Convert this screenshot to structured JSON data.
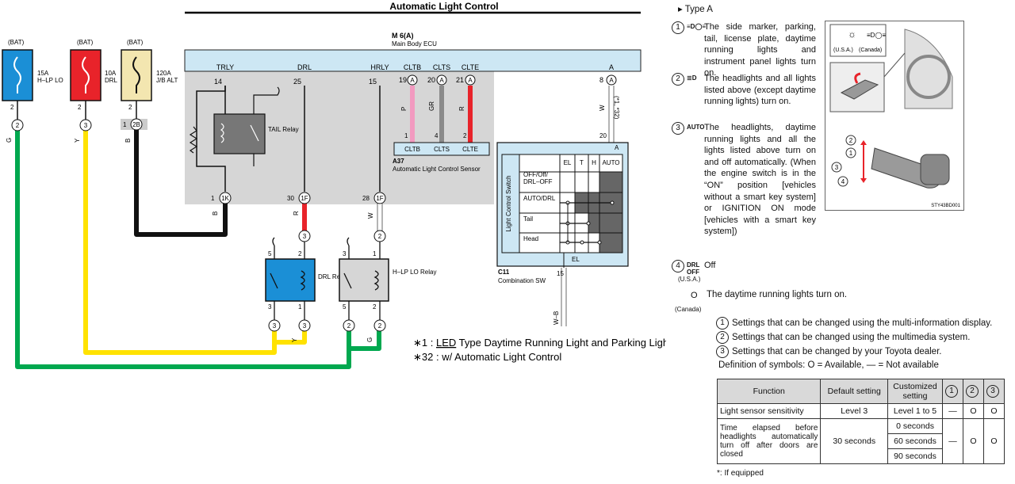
{
  "diagram": {
    "title": "Automatic Light Control",
    "fuses": [
      {
        "source": "(BAT)",
        "amp": "15A",
        "name": "H–LP LO",
        "pin_top": "2",
        "pin_conn": "2",
        "wire": "G"
      },
      {
        "source": "(BAT)",
        "amp": "10A",
        "name": "DRL",
        "pin_top": "2",
        "pin_conn": "3",
        "wire": "Y"
      },
      {
        "source": "(BAT)",
        "amp": "120A",
        "name": "J/B ALT",
        "pin_top": "2",
        "pin_side": "1",
        "pin_conn": "2B",
        "wire": "B"
      }
    ],
    "ecu": {
      "id": "M 6(A)",
      "name": "Main Body ECU",
      "terms": [
        "TRLY",
        "DRL",
        "HRLY",
        "CLTB",
        "CLTS",
        "CLTE",
        "A"
      ],
      "pins": [
        "14",
        "25",
        "15",
        "19",
        "20",
        "21",
        "8"
      ],
      "conn": "A",
      "bottom": [
        {
          "pin": "1",
          "conn": "1K"
        },
        {
          "pin": "30",
          "conn": "1F"
        },
        {
          "pin": "28",
          "conn": "1F"
        }
      ]
    },
    "tail_relay": "TAIL\nRelay",
    "sensor": {
      "id": "A37",
      "name": "Automatic Light Control Sensor",
      "terms": [
        "CLTB",
        "CLTS",
        "CLTE"
      ],
      "pins": [
        "1",
        "4",
        "2"
      ],
      "wires": [
        "P",
        "GR",
        "R"
      ]
    },
    "wire_a": {
      "color": "W",
      "note": "(*1, *32)",
      "pin": "20",
      "conn": "A"
    },
    "wire_r": "R",
    "wire_w": "W",
    "wire_wb": "W–B",
    "drl_relay": {
      "name": "DRL\nRelay",
      "pins": [
        "5",
        "2",
        "3",
        "1"
      ],
      "top_conn": "3",
      "bot_conn": [
        "3",
        "3"
      ],
      "wire": "Y"
    },
    "hlp_relay": {
      "name": "H–LP\nLO\nRelay",
      "pins": [
        "3",
        "1",
        "5",
        "2"
      ],
      "top_conn": "2",
      "bot_conn": [
        "2",
        "2"
      ],
      "wire": "G"
    },
    "switch": {
      "id": "C11",
      "name": "Combination SW",
      "label": "Light Control\nSwitch",
      "cols": [
        "EL",
        "T",
        "H",
        "AUTO"
      ],
      "rows": [
        "OFF/Off/\nDRL–OFF",
        "AUTO/DRL",
        "Tail",
        "Head"
      ],
      "pin": "15",
      "el": "EL"
    },
    "notes": [
      {
        "mark": "∗1 : ",
        "hl": "LED",
        "rest": " Type Daytime Running Light and Parking Light"
      },
      {
        "mark": "∗32 : ",
        "hl": "",
        "rest": "w/ Automatic Light Control"
      }
    ]
  },
  "manual": {
    "type_label": "Type A",
    "items": [
      {
        "num": "1",
        "icon": "side-marker-icon",
        "icon_text": "≡D◯≡",
        "text": "The side marker, parking, tail, license plate, daytime running lights and instrument panel lights turn on."
      },
      {
        "num": "2",
        "icon": "headlight-icon",
        "icon_text": "≣D",
        "text": "The headlights and all lights listed above (except daytime running lights) turn on."
      },
      {
        "num": "3",
        "icon": "auto-icon",
        "icon_text": "AUTO",
        "text": "The headlights, daytime running lights and all the lights listed above turn on and off automatically. (When the engine switch is in the “ON” position [vehicles without a smart key system] or IGNITION ON mode [vehicles with a smart key system])"
      },
      {
        "num": "4",
        "icon": "drl-off-icon",
        "icon_text": "DRL OFF",
        "text": "Off",
        "sub": "(U.S.A.)"
      }
    ],
    "canada": {
      "symbol": "O",
      "text": "The daytime running lights turn on.",
      "sub": "(Canada)"
    },
    "pic_labels": {
      "us": "(U.S.A.)",
      "ca": "(Canada)",
      "code": "STY43BD001",
      "nums": [
        "2",
        "1",
        "3",
        "4"
      ]
    },
    "settings_notes": [
      {
        "num": "1",
        "text": "Settings that can be changed using the multi-information display."
      },
      {
        "num": "2",
        "text": "Settings that can be changed using the multimedia system."
      },
      {
        "num": "3",
        "text": "Settings that can be changed by your Toyota dealer."
      }
    ],
    "definition": "Definition of symbols: O = Available, — = Not available",
    "table": {
      "headers": [
        "Function",
        "Default setting",
        "Customized setting",
        "1",
        "2",
        "3"
      ],
      "rows": [
        {
          "function": "Light sensor sensitivity",
          "default": "Level 3",
          "custom": [
            "Level 1 to 5"
          ],
          "c1": "—",
          "c2": "O",
          "c3": "O"
        },
        {
          "function": "Time elapsed before headlights automatically turn off after doors are closed",
          "default": "30 seconds",
          "custom": [
            "0 seconds",
            "60 seconds",
            "90 seconds"
          ],
          "c1": "—",
          "c2": "O",
          "c3": "O"
        }
      ]
    },
    "footnote": "*: If equipped"
  },
  "colors": {
    "blue": "#1b8fd6",
    "red": "#e8232a",
    "cream": "#f3e6b0",
    "ecu": "#cde7f4",
    "gray": "#d6d6d6",
    "green": "#00a84f",
    "yellow": "#ffe200",
    "pink": "#f29ac0",
    "wiregray": "#8a8a8a",
    "wirered": "#e8232a"
  }
}
